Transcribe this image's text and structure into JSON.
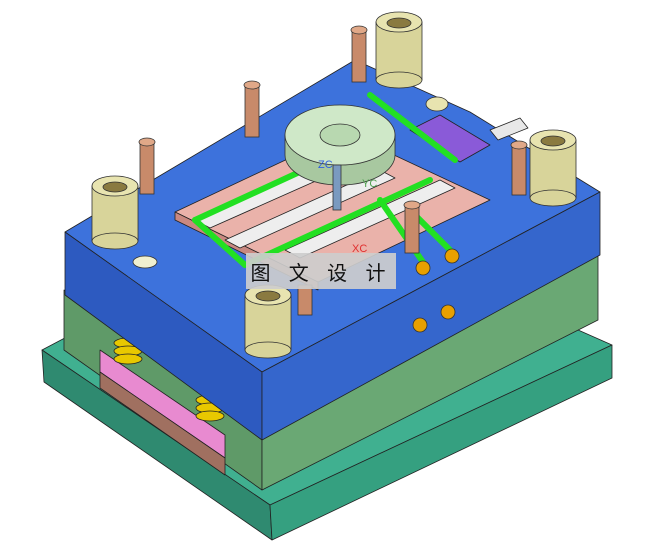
{
  "watermark": "图 文 设 计",
  "axes": {
    "z": "ZC",
    "y": "YC",
    "x": "XC"
  },
  "colors": {
    "plate_blue": "#3f6fd6",
    "base_green": "#5a9a6a",
    "clamp_teal": "#3aa38a",
    "insert_pink": "#e8b0a8",
    "cooling_green": "#22e022",
    "bushing_yellow": "#d8d49a",
    "slider_purple": "#8a5ad8",
    "spring_pink": "#e070c8"
  }
}
